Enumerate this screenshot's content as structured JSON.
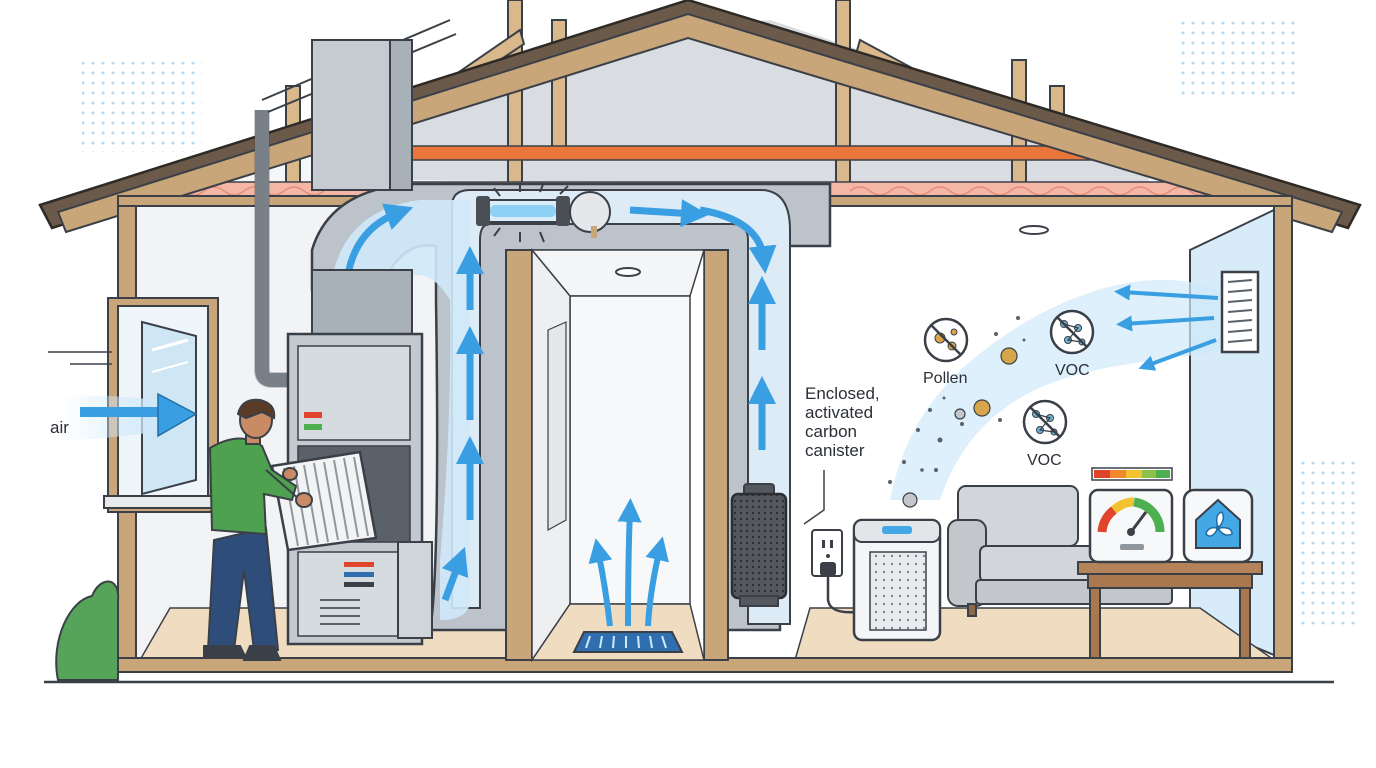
{
  "labels": {
    "air": "air",
    "canister_line1": "Enclosed,",
    "canister_line2": "activated",
    "canister_line3": "carbon",
    "canister_line4": "canister",
    "pollen": "Pollen",
    "voc_upper": "VOC",
    "voc_lower": "VOC"
  },
  "colors": {
    "outline": "#3b4048",
    "wood": "#c9a57a",
    "wood_dark": "#8a6a48",
    "roof": "#6b5a4a",
    "insulation_orange": "#e9773b",
    "insulation_pink": "#f4b7a6",
    "duct": "#bcc3ca",
    "airflow": "#44a7e6",
    "airflow_light": "#cfe9fa",
    "floor": "#f0dcc0",
    "shirt": "#4ea24f",
    "jeans": "#2f4d7a",
    "bush": "#56a35a",
    "sofa": "#c3c7cc",
    "gauge_green": "#4caf50",
    "gauge_yellow": "#f2c230",
    "gauge_red": "#e0452b",
    "dots": "#9fd0ee"
  },
  "icons": [
    "pollen-crossed-icon",
    "voc-crossed-icon",
    "voc-crossed-icon",
    "fan-house-icon",
    "air-quality-gauge-icon",
    "uv-lamp-icon"
  ]
}
